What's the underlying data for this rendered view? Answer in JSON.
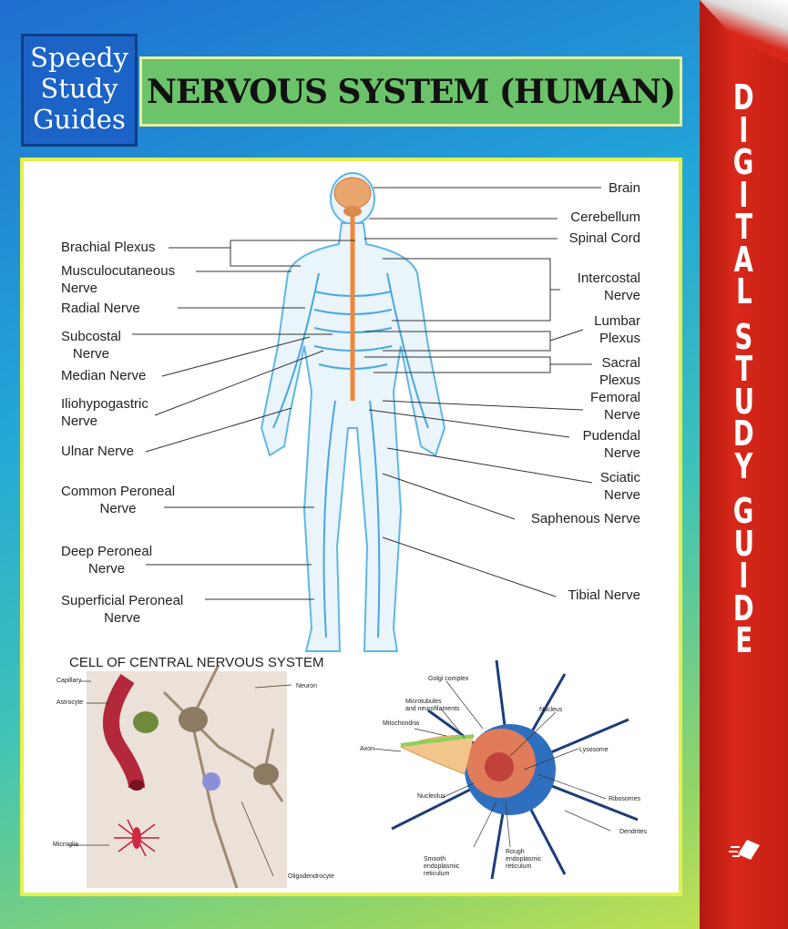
{
  "logo": {
    "lines": [
      "Speedy",
      "Study",
      "Guides"
    ]
  },
  "title": "NERVOUS SYSTEM (HUMAN)",
  "spine": {
    "letters": [
      "D",
      "I",
      "G",
      "I",
      "T",
      "A",
      "L",
      "",
      "S",
      "T",
      "U",
      "D",
      "Y",
      "",
      "G",
      "U",
      "I",
      "D",
      "E"
    ]
  },
  "body_labels_left": [
    "Brachial Plexus",
    "Musculocutaneous\nNerve",
    "Radial Nerve",
    "Subcostal\nNerve",
    "Median Nerve",
    "Iliohypogastric\nNerve",
    "Ulnar Nerve",
    "Common Peroneal\nNerve",
    "Deep Peroneal\nNerve",
    "Superficial Peroneal\nNerve"
  ],
  "body_labels_right": [
    "Brain",
    "Cerebellum",
    "Spinal Cord",
    "Intercostal\nNerve",
    "Lumbar\nPlexus",
    "Sacral\nPlexus",
    "Femoral\nNerve",
    "Pudendal\nNerve",
    "Sciatic\nNerve",
    "Saphenous Nerve",
    "Tibial Nerve"
  ],
  "cns_cell": {
    "title": "CELL OF CENTRAL NERVOUS SYSTEM",
    "labels": [
      "Capillary",
      "Astrocyte",
      "Neuron",
      "Microglia",
      "Oligodendrocyte"
    ]
  },
  "neuron": {
    "labels": [
      "Golgi complex",
      "Microtubules\nand neurofilaments",
      "Mitochondria",
      "Axon",
      "Nucleus",
      "Lysosome",
      "Nucleolus",
      "Ribosomes",
      "Dendrites",
      "Smooth\nendoplasmic\nreticulum",
      "Rough\nendoplasmic\nreticulum"
    ]
  }
}
